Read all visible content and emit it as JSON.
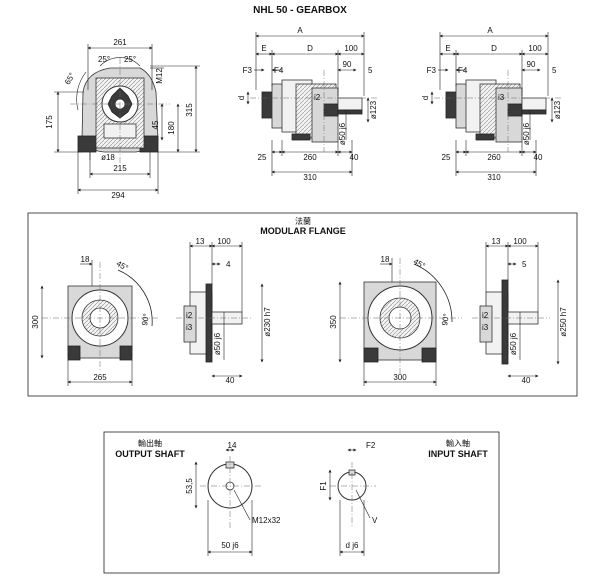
{
  "title": "NHL 50 - GEARBOX",
  "views": {
    "front": {
      "w261": "261",
      "a25l": "25°",
      "a25r": "25°",
      "a65": "65°",
      "m12": "M12",
      "h175": "175",
      "h45": "45",
      "h180": "180",
      "h315": "315",
      "d18": "ø18",
      "w215": "215",
      "w294": "294"
    },
    "side2": {
      "A": "A",
      "E": "E",
      "D": "D",
      "d100": "100",
      "F3": "F3",
      "F4": "F4",
      "d90": "90",
      "d5": "5",
      "d": "d",
      "i": "i2",
      "d123": "ø123",
      "d50": "ø50 j6",
      "d25": "25",
      "d260": "260",
      "d40": "40",
      "d310": "310"
    },
    "side3": {
      "A": "A",
      "E": "E",
      "D": "D",
      "d100": "100",
      "F3": "F3",
      "F4": "F4",
      "d90": "90",
      "d5": "5",
      "d": "d",
      "i": "i3",
      "d123": "ø123",
      "d50": "ø50 j6",
      "d25": "25",
      "d260": "260",
      "d40": "40",
      "d310": "310"
    }
  },
  "flange": {
    "title_cn": "法蘭",
    "title": "MODULAR FLANGE",
    "left": {
      "d18": "18",
      "a45": "45°",
      "h300": "300",
      "a90": "90°",
      "w265": "265"
    },
    "leftSide": {
      "d13": "13",
      "d100": "100",
      "d4": "4",
      "i2": "i2",
      "i3": "i3",
      "d230": "ø230 h7",
      "d50": "ø50 j6",
      "d40": "40"
    },
    "right": {
      "d18": "18",
      "a45": "45°",
      "h350": "350",
      "a90": "90°",
      "w300": "300"
    },
    "rightSide": {
      "d13": "13",
      "d100": "100",
      "d5": "5",
      "i2": "i2",
      "i3": "i3",
      "d250": "ø250 h7",
      "d50": "ø50 j6",
      "d40": "40"
    }
  },
  "shafts": {
    "output": {
      "title_cn": "輸出軸",
      "title": "OUTPUT SHAFT",
      "d14": "14",
      "h53": "53,5",
      "m12": "M12x32",
      "d50": "50 j6"
    },
    "input": {
      "title_cn": "輸入軸",
      "title": "INPUT SHAFT",
      "F2": "F2",
      "F1": "F1",
      "V": "V",
      "d": "d j6"
    }
  }
}
